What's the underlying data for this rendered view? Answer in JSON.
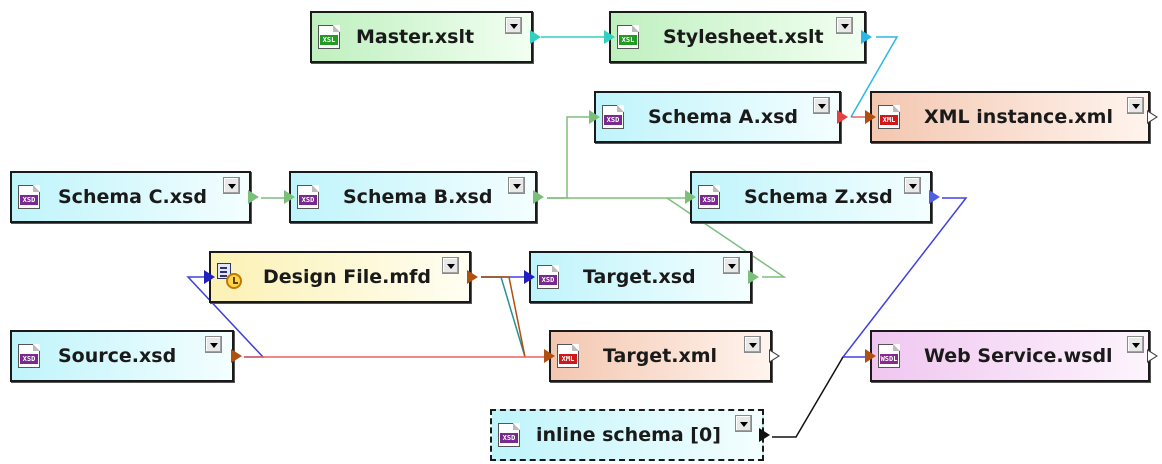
{
  "components": {
    "master_xslt": {
      "label": "Master.xslt",
      "type": "XSL"
    },
    "stylesheet_xslt": {
      "label": "Stylesheet.xslt",
      "type": "XSL"
    },
    "schema_a": {
      "label": "Schema A.xsd",
      "type": "XSD"
    },
    "xml_instance": {
      "label": "XML instance.xml",
      "type": "XML"
    },
    "schema_c": {
      "label": "Schema C.xsd",
      "type": "XSD"
    },
    "schema_b": {
      "label": "Schema B.xsd",
      "type": "XSD"
    },
    "schema_z": {
      "label": "Schema Z.xsd",
      "type": "XSD"
    },
    "design_file": {
      "label": "Design File.mfd",
      "type": "MFD"
    },
    "target_xsd": {
      "label": "Target.xsd",
      "type": "XSD"
    },
    "source_xsd": {
      "label": "Source.xsd",
      "type": "XSD"
    },
    "target_xml": {
      "label": "Target.xml",
      "type": "XML"
    },
    "web_service": {
      "label": "Web Service.wsdl",
      "type": "WSDL"
    },
    "inline_schema": {
      "label": "inline schema [0]",
      "type": "XSD"
    }
  },
  "colors": {
    "xsl_fill": "#bff0bf",
    "xsd_fill": "#bff4fb",
    "xml_fill": "#f3c7b0",
    "mfd_fill": "#fbf1b4",
    "wsdl_fill": "#f0c6f0",
    "wire_green": "#7cbf7c",
    "wire_aqua": "#33d0c0",
    "wire_cyan": "#2ab8e6",
    "wire_blue": "#4040e0",
    "wire_red": "#e86060",
    "wire_teal": "#2a9090",
    "wire_brown": "#b05010",
    "wire_black": "#111111"
  }
}
